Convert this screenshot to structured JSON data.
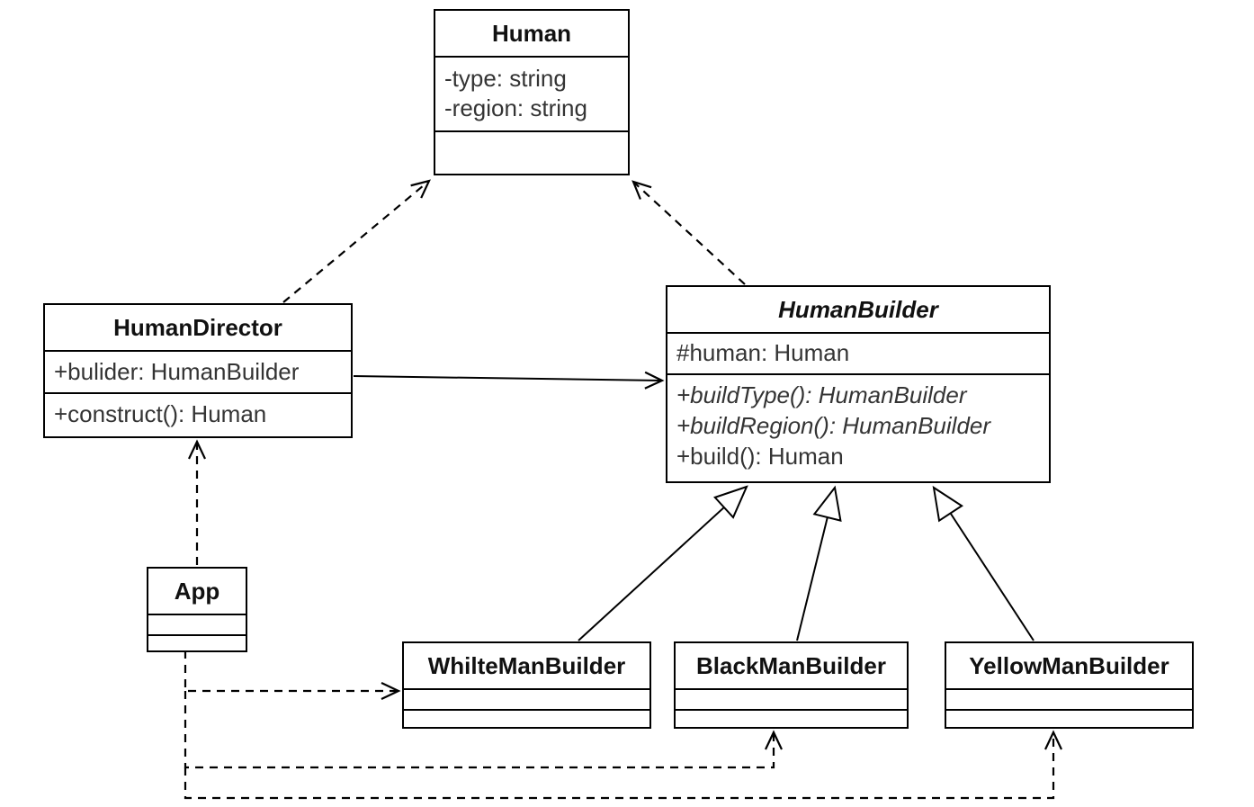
{
  "diagram": {
    "kind": "uml-class-diagram",
    "colors": {
      "background": "#ffffff",
      "stroke": "#000000",
      "title_text": "#111111",
      "member_text": "#343434"
    },
    "classes": {
      "human": {
        "title": "Human",
        "attributes": [
          "-type: string",
          "-region: string"
        ],
        "methods": []
      },
      "human_director": {
        "title": "HumanDirector",
        "attributes": [
          "+bulider: HumanBuilder"
        ],
        "methods": [
          "+construct(): Human"
        ]
      },
      "human_builder": {
        "title": "HumanBuilder",
        "abstract": true,
        "attributes": [
          "#human: Human"
        ],
        "methods": [
          "+buildType(): HumanBuilder",
          "+buildRegion(): HumanBuilder",
          "+build(): Human"
        ]
      },
      "app": {
        "title": "App",
        "attributes": [],
        "methods": []
      },
      "whilte_man_builder": {
        "title": "WhilteManBuilder",
        "attributes": [],
        "methods": []
      },
      "black_man_builder": {
        "title": "BlackManBuilder",
        "attributes": [],
        "methods": []
      },
      "yellow_man_builder": {
        "title": "YellowManBuilder",
        "attributes": [],
        "methods": []
      }
    },
    "relationships": [
      {
        "from": "HumanDirector",
        "to": "Human",
        "type": "dependency",
        "line": "dashed",
        "arrowhead": "open"
      },
      {
        "from": "HumanBuilder",
        "to": "Human",
        "type": "dependency",
        "line": "dashed",
        "arrowhead": "open"
      },
      {
        "from": "HumanDirector",
        "to": "HumanBuilder",
        "type": "association",
        "line": "solid",
        "arrowhead": "open"
      },
      {
        "from": "App",
        "to": "HumanDirector",
        "type": "dependency",
        "line": "dashed",
        "arrowhead": "open"
      },
      {
        "from": "WhilteManBuilder",
        "to": "HumanBuilder",
        "type": "generalization",
        "line": "solid",
        "arrowhead": "hollow-triangle"
      },
      {
        "from": "BlackManBuilder",
        "to": "HumanBuilder",
        "type": "generalization",
        "line": "solid",
        "arrowhead": "hollow-triangle"
      },
      {
        "from": "YellowManBuilder",
        "to": "HumanBuilder",
        "type": "generalization",
        "line": "solid",
        "arrowhead": "hollow-triangle"
      },
      {
        "from": "App",
        "to": "WhilteManBuilder",
        "type": "dependency",
        "line": "dashed",
        "arrowhead": "open"
      },
      {
        "from": "App",
        "to": "BlackManBuilder",
        "type": "dependency",
        "line": "dashed",
        "arrowhead": "open"
      },
      {
        "from": "App",
        "to": "YellowManBuilder",
        "type": "dependency",
        "line": "dashed",
        "arrowhead": "open"
      }
    ]
  }
}
